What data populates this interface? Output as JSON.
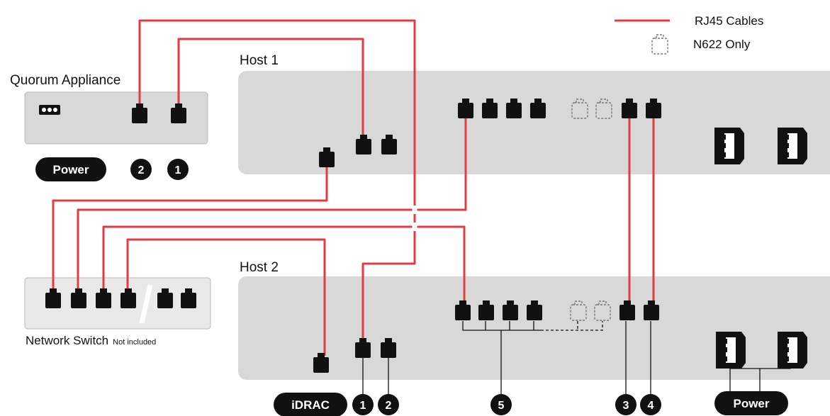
{
  "colors": {
    "cable": "#e23b46",
    "panel": "#d8d8d8",
    "panel_border": "#b9b9b9",
    "port": "#111111",
    "badge": "#111111",
    "badge_text": "#ffffff"
  },
  "legend": {
    "rj45_label": "RJ45 Cables",
    "n622_label": "N622 Only"
  },
  "quorum": {
    "title": "Quorum Appliance",
    "power_label": "Power",
    "port_labels": [
      "2",
      "1"
    ]
  },
  "host1": {
    "title": "Host 1"
  },
  "host2": {
    "title": "Host 2",
    "idrac_label": "iDRAC",
    "port_labels": [
      "1",
      "2",
      "5",
      "3",
      "4"
    ],
    "power_label": "Power"
  },
  "switch": {
    "title": "Network Switch",
    "note": "Not included"
  }
}
